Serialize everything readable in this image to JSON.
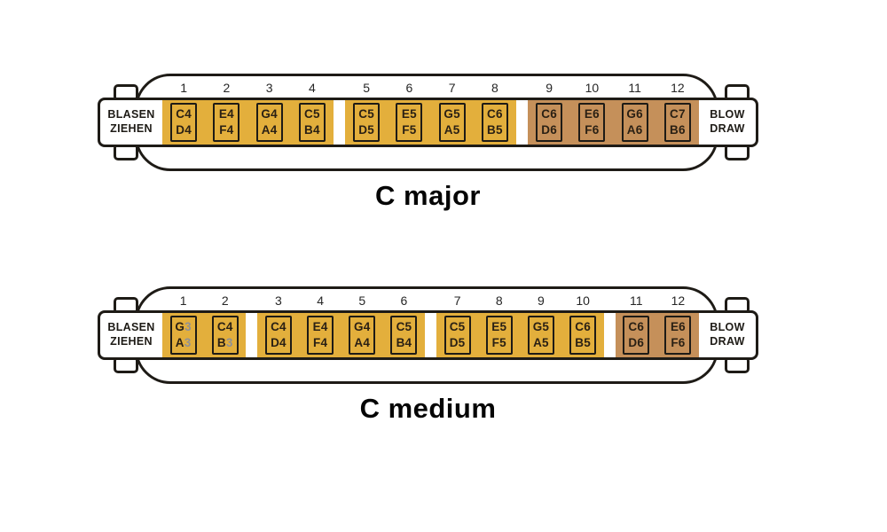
{
  "page": {
    "background": "#ffffff"
  },
  "colors": {
    "yellow": "#E3AF3C",
    "brown": "#C5905A",
    "outline": "#1E1B16",
    "note_text": "#2A2014",
    "number_text": "#262626",
    "title_text": "#050505",
    "strip_bg": "#FFFFFF",
    "octave3_digit": "#8F9096"
  },
  "harmonicas": [
    {
      "title": "C major",
      "left_labels": [
        "BLASEN",
        "ZIEHEN"
      ],
      "right_labels": [
        "BLOW",
        "DRAW"
      ],
      "groups": [
        {
          "color": "yellow",
          "holes": [
            {
              "number": "1",
              "blow": "C4",
              "draw": "D4"
            },
            {
              "number": "2",
              "blow": "E4",
              "draw": "F4"
            },
            {
              "number": "3",
              "blow": "G4",
              "draw": "A4"
            },
            {
              "number": "4",
              "blow": "C5",
              "draw": "B4"
            }
          ]
        },
        {
          "color": "yellow",
          "holes": [
            {
              "number": "5",
              "blow": "C5",
              "draw": "D5"
            },
            {
              "number": "6",
              "blow": "E5",
              "draw": "F5"
            },
            {
              "number": "7",
              "blow": "G5",
              "draw": "A5"
            },
            {
              "number": "8",
              "blow": "C6",
              "draw": "B5"
            }
          ]
        },
        {
          "color": "brown",
          "holes": [
            {
              "number": "9",
              "blow": "C6",
              "draw": "D6"
            },
            {
              "number": "10",
              "blow": "E6",
              "draw": "F6"
            },
            {
              "number": "11",
              "blow": "G6",
              "draw": "A6"
            },
            {
              "number": "12",
              "blow": "C7",
              "draw": "B6"
            }
          ]
        }
      ]
    },
    {
      "title": "C medium",
      "left_labels": [
        "BLASEN",
        "ZIEHEN"
      ],
      "right_labels": [
        "BLOW",
        "DRAW"
      ],
      "groups": [
        {
          "color": "yellow",
          "holes": [
            {
              "number": "1",
              "blow": "G3",
              "draw": "A3"
            },
            {
              "number": "2",
              "blow": "C4",
              "draw": "B3"
            }
          ]
        },
        {
          "color": "yellow",
          "holes": [
            {
              "number": "3",
              "blow": "C4",
              "draw": "D4"
            },
            {
              "number": "4",
              "blow": "E4",
              "draw": "F4"
            },
            {
              "number": "5",
              "blow": "G4",
              "draw": "A4"
            },
            {
              "number": "6",
              "blow": "C5",
              "draw": "B4"
            }
          ]
        },
        {
          "color": "yellow",
          "holes": [
            {
              "number": "7",
              "blow": "C5",
              "draw": "D5"
            },
            {
              "number": "8",
              "blow": "E5",
              "draw": "F5"
            },
            {
              "number": "9",
              "blow": "G5",
              "draw": "A5"
            },
            {
              "number": "10",
              "blow": "C6",
              "draw": "B5"
            }
          ]
        },
        {
          "color": "brown",
          "holes": [
            {
              "number": "11",
              "blow": "C6",
              "draw": "D6"
            },
            {
              "number": "12",
              "blow": "E6",
              "draw": "F6"
            }
          ]
        }
      ]
    }
  ]
}
